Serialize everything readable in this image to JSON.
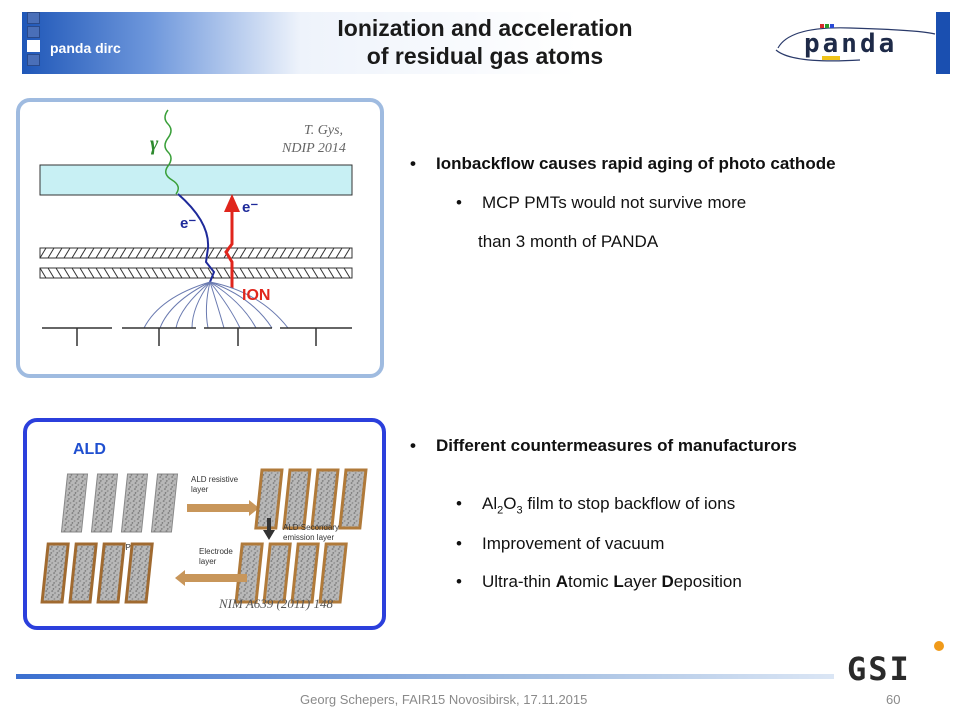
{
  "header": {
    "section_label": "panda dirc",
    "title_line1": "Ionization and acceleration",
    "title_line2": "of residual gas atoms",
    "logo_text": "panda"
  },
  "figure1": {
    "credit_line1": "T. Gys,",
    "credit_line2": "NDIP 2014",
    "gamma_label": "γ",
    "electron_label_left": "e⁻",
    "electron_label_right": "e⁻",
    "ion_label": "ION"
  },
  "bullets_top": {
    "main": "Ionbackflow causes rapid aging of photo cathode",
    "sub1_line1": "MCP PMTs would not survive more",
    "sub1_line2": "than 3 month of PANDA"
  },
  "figure2": {
    "title": "ALD",
    "label_resistive": "ALD resistive layer",
    "label_resistive_1": "ALD resistive",
    "label_resistive_2": "layer",
    "label_mcp": "MCP",
    "label_secondary_1": "ALD Secondary",
    "label_secondary_2": "emission layer",
    "label_electrode_1": "Electrode",
    "label_electrode_2": "layer",
    "citation": "NIM A639 (2011) 148"
  },
  "bullets_bottom": {
    "main": "Different countermeasures of manufacturors",
    "sub1_pre": "Al",
    "sub1_sub1": "2",
    "sub1_mid": "O",
    "sub1_sub2": "3",
    "sub1_post": " film to stop backflow of ions",
    "sub2": "Improvement of vacuum",
    "sub3_a": "Ultra-thin ",
    "sub3_b": "A",
    "sub3_c": "tomic ",
    "sub3_d": "L",
    "sub3_e": "ayer ",
    "sub3_f": "D",
    "sub3_g": "eposition"
  },
  "footer": {
    "text": "Georg Schepers, FAIR15 Novosibirsk, 17.11.2015",
    "page": "60",
    "logo_text": "GSI"
  },
  "bullet_char": "•",
  "colors": {
    "header_blue": "#1f57b8",
    "frame1": "#9fbbe0",
    "frame2": "#2b3fdc",
    "ald_title": "#1f4fd0",
    "ion_red": "#e0251c"
  }
}
